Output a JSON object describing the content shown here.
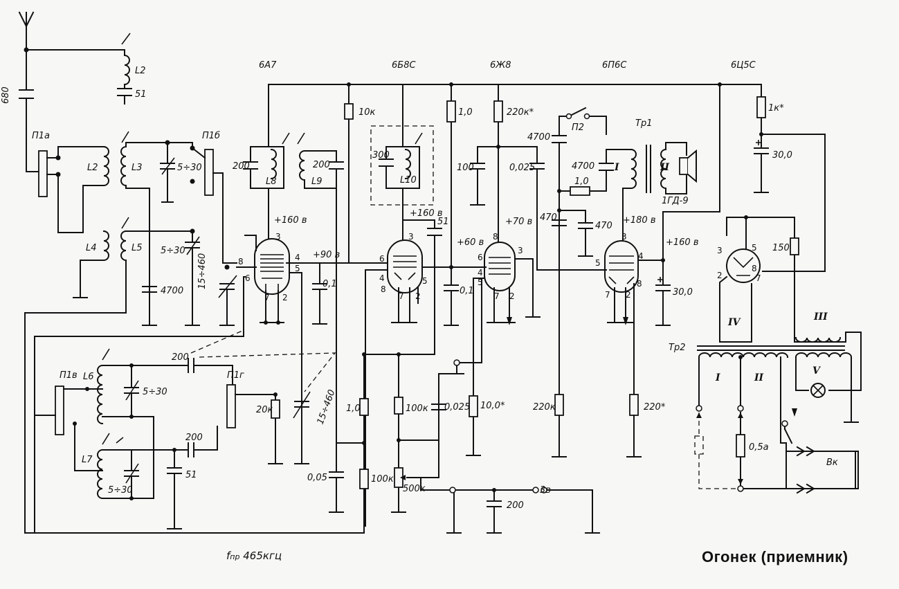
{
  "caption": "Огонек (приемник)",
  "if_label": {
    "symbol": "f",
    "sub": "пр",
    "value": "465кгц"
  },
  "tubes": [
    "6А7",
    "6Б8С",
    "6Ж8",
    "6П6С",
    "6Ц5С"
  ],
  "inductors": [
    "L2",
    "L2",
    "L3",
    "L4",
    "L5",
    "L6",
    "L7",
    "L8",
    "L9",
    "L10"
  ],
  "switches": [
    "П1а",
    "П1б",
    "П1в",
    "П1г",
    "П2"
  ],
  "transformers": [
    "Тр1",
    "Тр2"
  ],
  "speaker": "1ГД-9",
  "plug": "Вк",
  "fuse": "0,5а",
  "voltages": [
    "+160 в",
    "+90 в",
    "+160 в",
    "+60 в",
    "+70 в",
    "+180 в",
    "+160 в"
  ],
  "capacitors": [
    "680",
    "51",
    "5÷30",
    "4700",
    "5÷30",
    "15÷460",
    "200",
    "200",
    "300",
    "51",
    "100",
    "0,025",
    "4700",
    "4700",
    "470",
    "0,1",
    "0,1",
    "30,0",
    "30,0",
    "470",
    "5÷30",
    "200",
    "51",
    "5÷30",
    "15÷460",
    "0,05",
    "0,025",
    "200"
  ],
  "resistors": [
    "10к",
    "1,0",
    "220к*",
    "1,0",
    "1к*",
    "20к",
    "1,0",
    "100к",
    "10,0*",
    "220к",
    "220*",
    "100к",
    "500к",
    "150"
  ],
  "misc_labels": [
    "3в"
  ],
  "windings": [
    "I",
    "II",
    "I",
    "II",
    "III",
    "IV",
    "V"
  ],
  "pins": [
    "3",
    "4",
    "8",
    "5",
    "6",
    "7",
    "2",
    "3",
    "6",
    "4",
    "8",
    "7",
    "5",
    "2",
    "8",
    "3",
    "6",
    "4",
    "5",
    "7",
    "2",
    "3",
    "5",
    "4",
    "7",
    "8",
    "2",
    "3",
    "5",
    "2",
    "8",
    "7"
  ]
}
